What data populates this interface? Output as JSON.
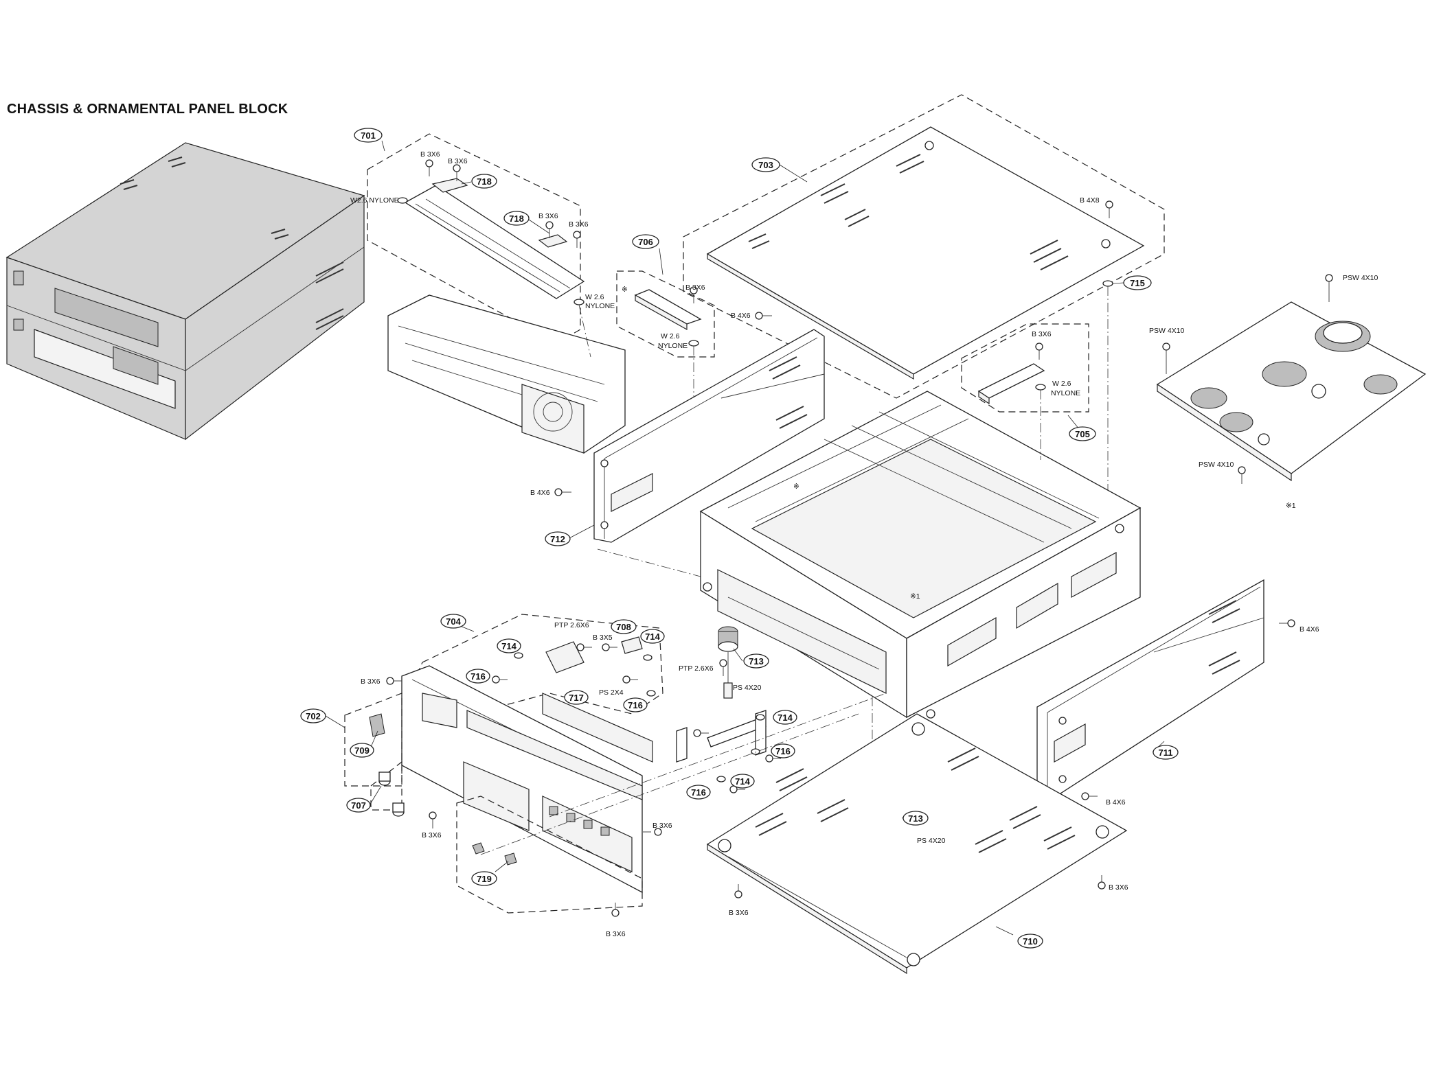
{
  "title": "CHASSIS & ORNAMENTAL PANEL BLOCK",
  "parts": {
    "p701": "701",
    "p702": "702",
    "p703": "703",
    "p704": "704",
    "p705": "705",
    "p706": "706",
    "p707": "707",
    "p708": "708",
    "p709": "709",
    "p710": "710",
    "p711": "711",
    "p712": "712",
    "p713a": "713",
    "p713b": "713",
    "p714a": "714",
    "p714b": "714",
    "p714c": "714",
    "p714d": "714",
    "p715": "715",
    "p716a": "716",
    "p716b": "716",
    "p716c": "716",
    "p716d": "716",
    "p717": "717",
    "p718a": "718",
    "p718b": "718",
    "p719": "719"
  },
  "screws": {
    "s_b3x6_701a": "B 3X6",
    "s_b3x6_701b": "B 3X6",
    "s_b3x6_701c": "B 3X6",
    "s_b3x6_701d": "B 3X6",
    "s_w26_701": "W2.6 NYLONE",
    "s_w26_701b": "W 2.6",
    "s_w26_701c": "NYLONE",
    "s_b3x6_706": "B 3X6",
    "s_w26_706a": "W 2.6",
    "s_w26_706b": "NYLONE",
    "s_b4x6_left": "B 4X6",
    "s_b4x6_712": "B 4X6",
    "s_b4x8": "B 4X8",
    "s_b3x6_705": "B 3X6",
    "s_w26_705a": "W 2.6",
    "s_w26_705b": "NYLONE",
    "s_psw_top": "PSW 4X10",
    "s_psw_left": "PSW 4X10",
    "s_psw_bottom": "PSW 4X10",
    "s_mark1": "※1",
    "s_mark1b": "※1",
    "s_mark": "※",
    "s_mark2": "※",
    "s_ptp_a": "PTP 2.6X6",
    "s_b3x5": "B 3X5",
    "s_ps2x4": "PS 2X4",
    "s_ptp_b": "PTP 2.6X6",
    "s_ps4x20a": "PS 4X20",
    "s_ps4x20b": "PS 4X20",
    "s_b3x6_704a": "B 3X6",
    "s_b3x6_704b": "B 3X6",
    "s_b3x6_704c": "B 3X6",
    "s_b3x6_704d": "B 3X6",
    "s_b4x6_711a": "B 4X6",
    "s_b4x6_711b": "B 4X6",
    "s_b3x6_710a": "B 3X6",
    "s_b3x6_710b": "B 3X6"
  }
}
